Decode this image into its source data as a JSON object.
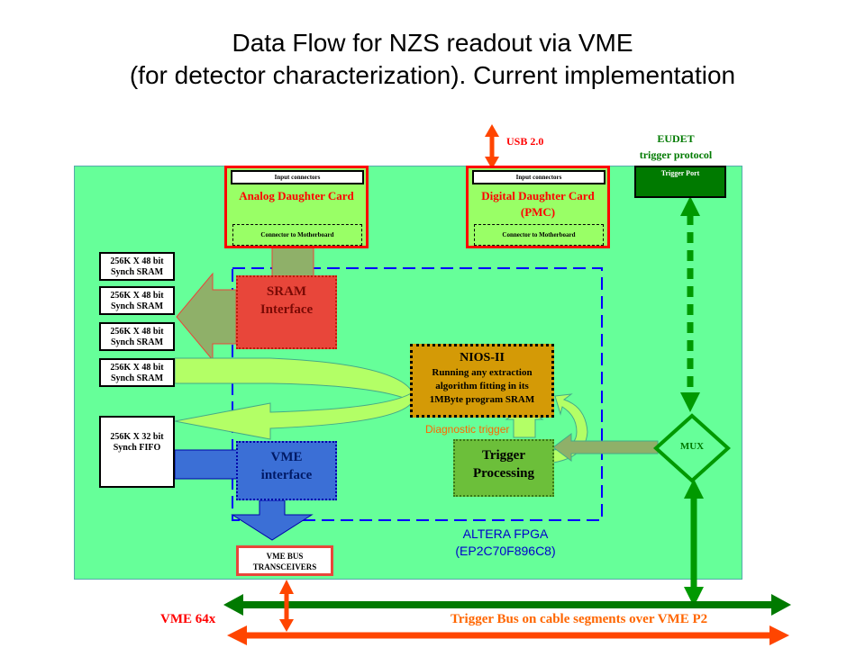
{
  "title": {
    "line1": "Data Flow for NZS readout via VME",
    "line2": "(for detector characterization). Current implementation"
  },
  "usb": "USB 2.0",
  "eudet": {
    "line1": "EUDET",
    "line2": "trigger protocol"
  },
  "trigger_port": "Trigger Port",
  "analog_card": {
    "input": "Input connectors",
    "title": "Analog Daughter Card",
    "connector": "Connector to Motherboard"
  },
  "digital_card": {
    "input": "Input connectors",
    "title_line1": "Digital Daughter Card",
    "title_line2": "(PMC)",
    "connector": "Connector to Motherboard"
  },
  "srams": [
    {
      "line1": "256K X 48 bit",
      "line2": "Synch SRAM"
    },
    {
      "line1": "256K X 48 bit",
      "line2": "Synch SRAM"
    },
    {
      "line1": "256K X 48 bit",
      "line2": "Synch SRAM"
    },
    {
      "line1": "256K X 48 bit",
      "line2": "Synch SRAM"
    }
  ],
  "fifo": {
    "line1": "256K X 32 bit",
    "line2": "Synch FIFO"
  },
  "sram_interface": {
    "line1": "SRAM",
    "line2": "Interface"
  },
  "vme_interface": {
    "line1": "VME",
    "line2": "interface"
  },
  "nios": {
    "title": "NIOS-II",
    "line1": "Running any extraction",
    "line2": "algorithm fitting in its",
    "line3": "1MByte program SRAM"
  },
  "diagnostic": "Diagnostic trigger",
  "trigger_processing": {
    "line1": "Trigger",
    "line2": "Processing"
  },
  "mux": "MUX",
  "fpga": {
    "line1": "ALTERA FPGA",
    "line2": "(EP2C70F896C8)"
  },
  "transceivers": {
    "line1": "VME BUS",
    "line2": "TRANSCEIVERS"
  },
  "vme64x": "VME 64x",
  "trigger_bus": "Trigger Bus on cable segments over VME P2",
  "colors": {
    "board": "#66ff99",
    "card_border": "#ff0000",
    "sram_if": "#e8463a",
    "vme_if": "#3b6fd6",
    "nios": "#d49a06",
    "trigger_proc": "#6cbf3a",
    "dark_green": "#007a00",
    "red_orange": "#ff4500"
  }
}
